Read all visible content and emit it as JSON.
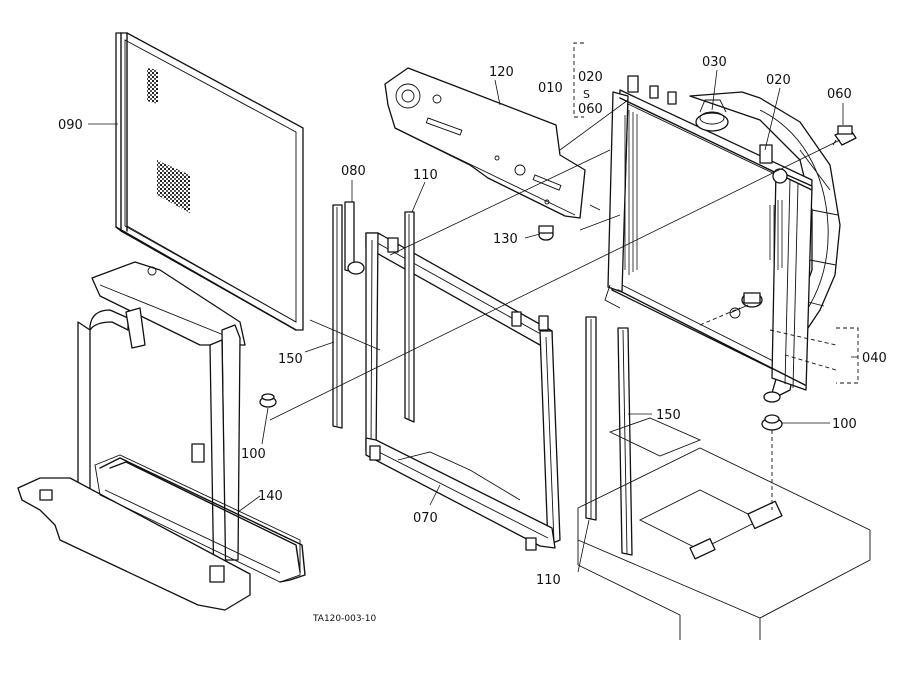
{
  "diagram": {
    "parts": [
      {
        "id": "p090",
        "number": "090"
      },
      {
        "id": "p120",
        "number": "120"
      },
      {
        "id": "p010",
        "number": "010"
      },
      {
        "id": "p020a",
        "number": "020"
      },
      {
        "id": "p060a",
        "number": "060"
      },
      {
        "id": "p030",
        "number": "030"
      },
      {
        "id": "p020b",
        "number": "020"
      },
      {
        "id": "p060b",
        "number": "060"
      },
      {
        "id": "p080",
        "number": "080"
      },
      {
        "id": "p110a",
        "number": "110"
      },
      {
        "id": "p130",
        "number": "130"
      },
      {
        "id": "p150a",
        "number": "150"
      },
      {
        "id": "p100a",
        "number": "100"
      },
      {
        "id": "p140",
        "number": "140"
      },
      {
        "id": "p070",
        "number": "070"
      },
      {
        "id": "p110b",
        "number": "110"
      },
      {
        "id": "p150b",
        "number": "150"
      },
      {
        "id": "p100b",
        "number": "100"
      },
      {
        "id": "p040",
        "number": "040"
      }
    ],
    "range_mark": "S",
    "caption": "TA120-003-10"
  }
}
